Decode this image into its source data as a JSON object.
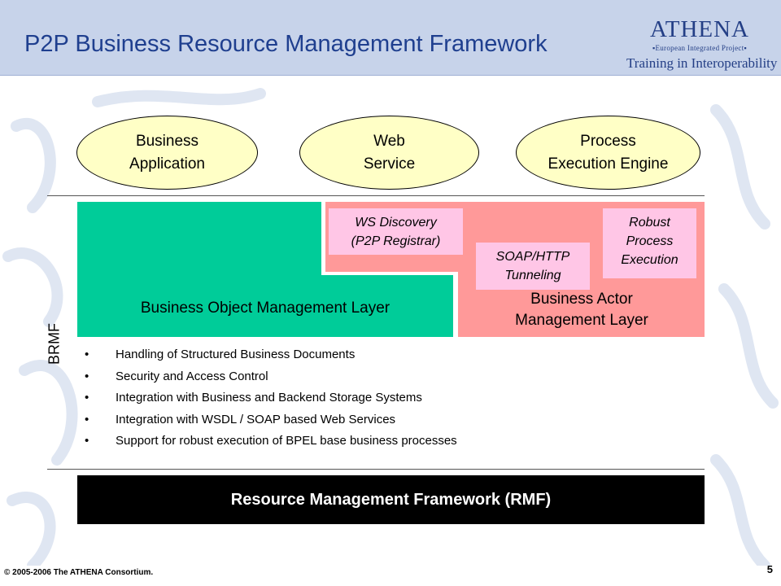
{
  "header": {
    "title": "P2P Business Resource Management Framework",
    "logo": {
      "name": "ATHENA",
      "subtitle": "▪European Integrated Project▪",
      "tagline": "Training in Interoperability"
    }
  },
  "ovals": [
    {
      "label": "Business\nApplication"
    },
    {
      "label": "Web\nService"
    },
    {
      "label": "Process\nExecution Engine"
    }
  ],
  "layers": {
    "business_object": "Business Object Management Layer",
    "business_actor": "Business Actor\nManagement Layer"
  },
  "components": {
    "ws_discovery": "WS Discovery\n(P2P Registrar)",
    "soap_http": "SOAP/HTTP\nTunneling",
    "robust_process": "Robust\nProcess\nExecution"
  },
  "side_label": "BRMF",
  "bullets": [
    "Handling of Structured Business Documents",
    "Security and Access Control",
    "Integration with Business and Backend Storage Systems",
    "Integration with WSDL / SOAP based Web Services",
    "Support for robust execution of BPEL base business processes"
  ],
  "bullet_glyph": "•",
  "rmf": "Resource Management Framework (RMF)",
  "footer": {
    "copyright": "© 2005-2006 The ATHENA Consortium.",
    "page": "5"
  },
  "colors": {
    "header_bg": "#c7d3ea",
    "title": "#1f3f8f",
    "oval_fill": "#ffffc6",
    "business_object_layer": "#00cc99",
    "business_actor_layer": "#ff9999",
    "component_fill": "#ffc6e6",
    "rmf_fill": "#000000"
  }
}
